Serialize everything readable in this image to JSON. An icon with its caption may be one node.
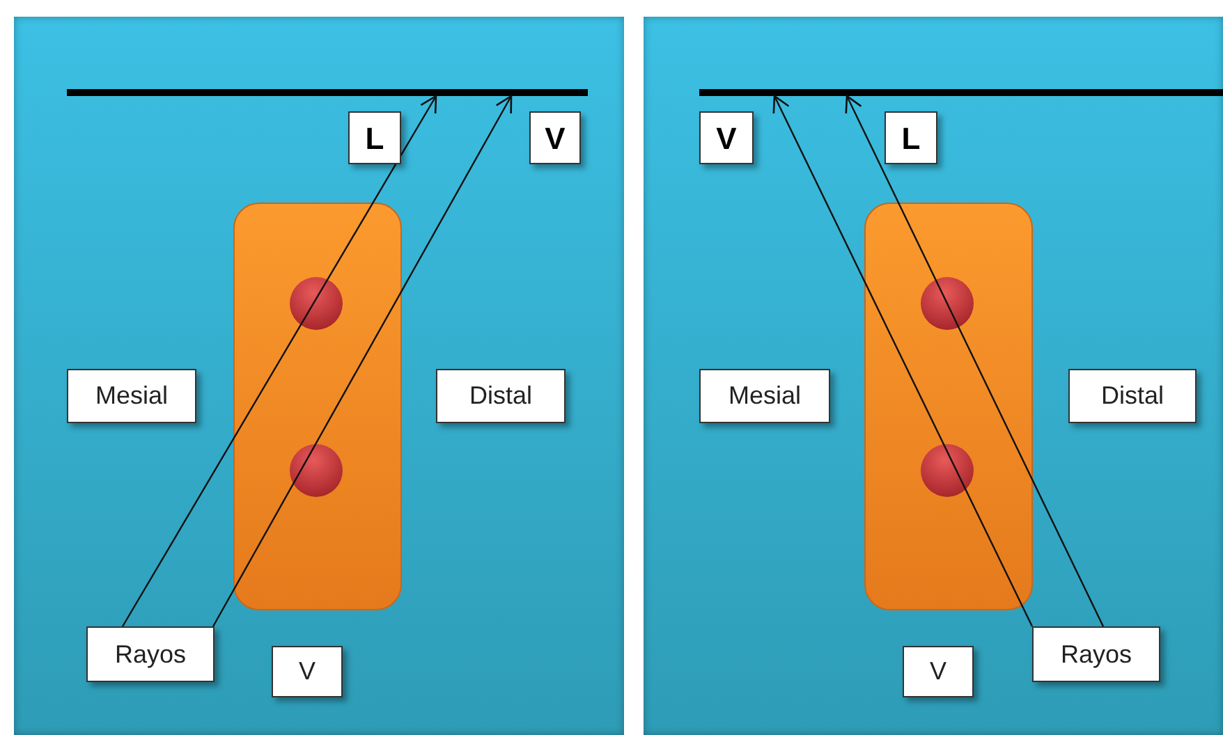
{
  "diagram": {
    "nodes": [
      {
        "text": [],
        "shape": "box"
      },
      {
        "text": [],
        "shape": "bar",
        "in": 0
      },
      {
        "text": [
          "L"
        ],
        "in": 0
      },
      {
        "text": [
          "V"
        ],
        "in": 0
      },
      {
        "text": [
          "Mesial"
        ],
        "in": 0
      },
      {
        "text": [
          "Distal"
        ],
        "in": 0
      },
      {
        "text": [
          "Rayos"
        ],
        "in": 0
      },
      {
        "text": [
          "V"
        ],
        "in": 0
      },
      {
        "text": [],
        "shape": "box"
      },
      {
        "text": [],
        "shape": "bar",
        "in": 8
      },
      {
        "text": [
          "V"
        ],
        "in": 8
      },
      {
        "text": [
          "L"
        ],
        "in": 8
      },
      {
        "text": [
          "Mesial"
        ],
        "in": 8
      },
      {
        "text": [
          "Distal"
        ],
        "in": 8
      },
      {
        "text": [
          "Rayos"
        ],
        "in": 8
      },
      {
        "text": [
          "V"
        ],
        "in": 8
      }
    ],
    "edges": [
      {
        "from": 6,
        "to": 1,
        "arrow": "to"
      },
      {
        "from": 6,
        "to": 1,
        "arrow": "to"
      },
      {
        "from": 14,
        "to": 9,
        "arrow": "to"
      },
      {
        "from": 14,
        "to": 9,
        "arrow": "to"
      }
    ]
  }
}
